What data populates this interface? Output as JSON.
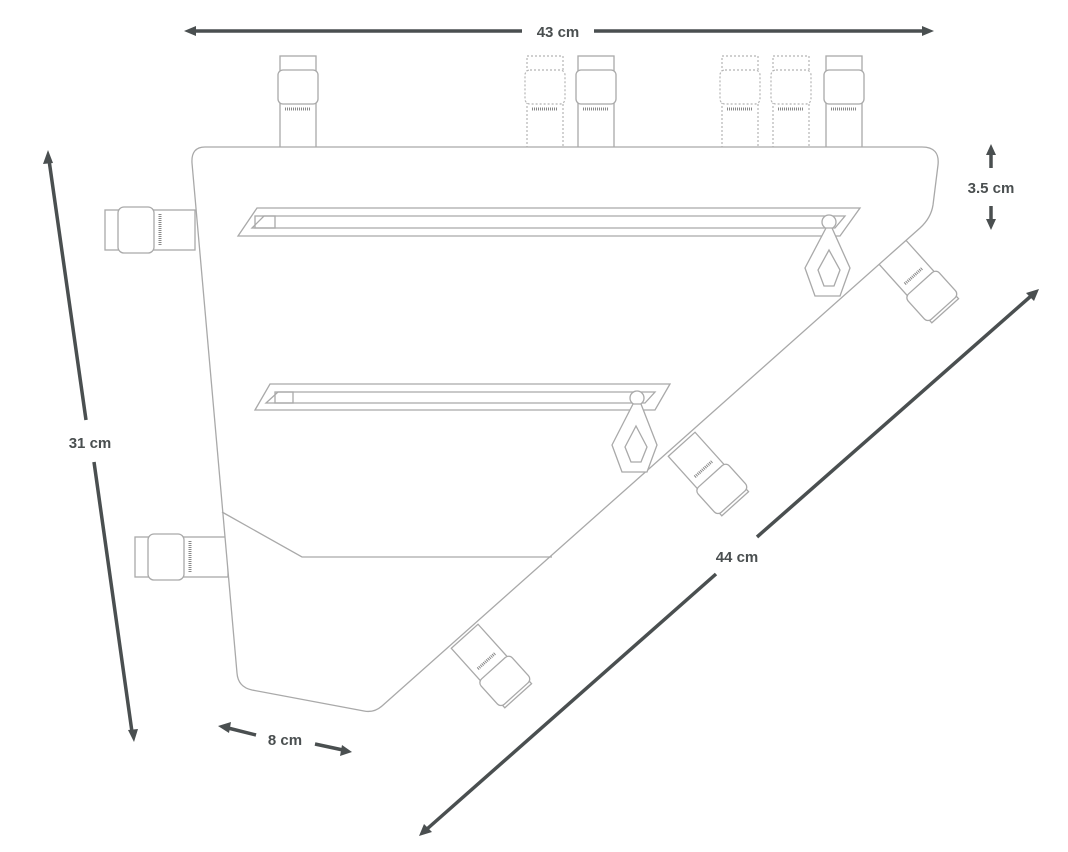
{
  "title": "Frame bag dimensions",
  "dimensions": {
    "width_top": "43 cm",
    "height_left": "31 cm",
    "strap_spacing": "3.5 cm",
    "bottom_width": "8 cm",
    "diagonal": "44 cm"
  },
  "colors": {
    "dimension": "#4a4f50",
    "outline": "#a9a9a9"
  }
}
